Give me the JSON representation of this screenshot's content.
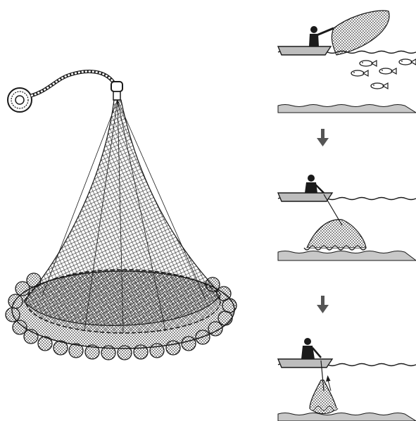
{
  "figure": {
    "main_illustration": "cast-net",
    "panels": [
      {
        "step": 1,
        "scene": "throwing-net-from-boat",
        "fish_count": 5
      },
      {
        "step": 2,
        "scene": "net-sinking-to-bottom"
      },
      {
        "step": 3,
        "scene": "hauling-net-up"
      }
    ],
    "arrows": [
      "down-arrow",
      "down-arrow"
    ],
    "colors": {
      "ink": "#1a1a1a",
      "seabed": "#c8c8c8",
      "net_fill": "#ffffff",
      "arrow": "#555555"
    }
  }
}
